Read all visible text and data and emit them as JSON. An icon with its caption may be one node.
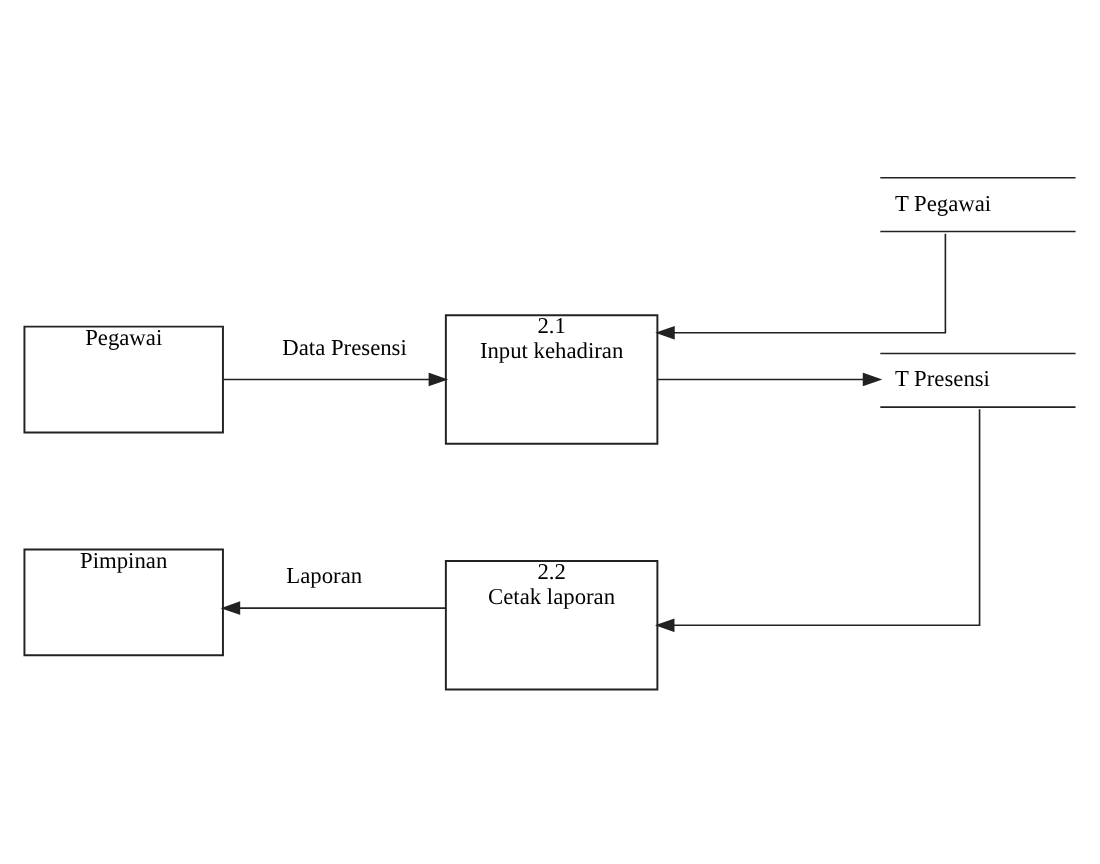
{
  "diagram": {
    "nodes": [
      {
        "text": [
          "2.1",
          "Input kehadiran"
        ]
      },
      {
        "text": [
          "T Pegawai"
        ]
      },
      {
        "text": [
          "T Presensi"
        ]
      },
      {
        "text": [
          "Pegawai"
        ]
      },
      {
        "text": [
          "Pimpinan"
        ]
      },
      {
        "text": [
          "2.2",
          "Cetak laporan"
        ]
      }
    ],
    "edges": [
      {
        "from": 3,
        "to": 0,
        "arrow": "to",
        "label": "Data Presensi"
      },
      {
        "from": 1,
        "to": 0,
        "arrow": "to"
      },
      {
        "from": 0,
        "to": 2,
        "arrow": "to"
      },
      {
        "from": 2,
        "to": 5,
        "arrow": "to"
      },
      {
        "from": 5,
        "to": 4,
        "arrow": "to",
        "label": "Laporan"
      }
    ]
  }
}
